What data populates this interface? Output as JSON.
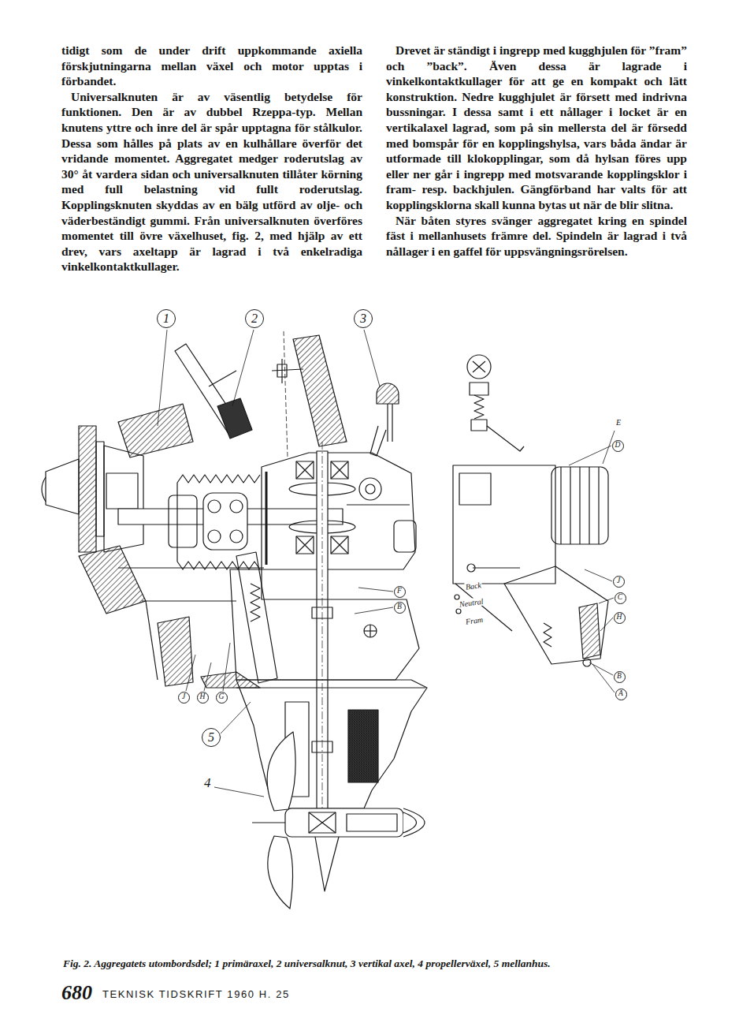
{
  "diagram": {
    "caption": "Fig. 2. Aggregatets utombordsdel; 1 primäraxel, 2 universalknut, 3 vertikal axel, 4 propellerväxel, 5 mellanhus.",
    "nodes": [
      {
        "text": [
          "1"
        ]
      },
      {
        "text": [
          "2"
        ]
      },
      {
        "text": [
          "3"
        ]
      },
      {
        "text": [
          "D"
        ]
      },
      {
        "text": [
          "J"
        ]
      },
      {
        "text": [
          "F"
        ]
      },
      {
        "text": [
          "C"
        ]
      },
      {
        "text": [
          "B"
        ]
      },
      {
        "text": [
          "H"
        ]
      },
      {
        "text": [
          "B"
        ]
      },
      {
        "text": [
          "A"
        ]
      },
      {
        "text": [
          "J"
        ]
      },
      {
        "text": [
          "H"
        ]
      },
      {
        "text": [
          "G"
        ]
      },
      {
        "text": [
          "5"
        ]
      }
    ],
    "labels": [
      "tidigt som de under drift uppkommande axiella förskjutningarna mellan växel och motor upptas i förbandet.",
      "Universalknuten är av väsentlig betydelse för funktionen. Den är av dubbel Rzeppa-typ. Mellan knutens yttre och inre del är spår upptagna för stålkulor. Dessa som hålles på plats av en kulhållare överför det vridande momentet. Aggregatet medger roderutslag av 30° åt vardera sidan och universalknuten tillåter körning med full belastning vid fullt roderutslag. Kopplingsknuten skyddas av en bälg utförd av olje- och väderbeständigt gummi. Från universalknuten överföres momentet till övre växelhuset, fig. 2, med hjälp av ett drev, vars axeltapp är lagrad i två enkelradiga vinkelkontaktkullager.",
      "Drevet är ständigt i ingrepp med kugghjulen för ”fram” och ”back”. Även dessa är lagrade i vinkelkontaktkullager för att ge en kompakt och lätt konstruktion. Nedre kugghjulet är försett med indrivna bussningar. I dessa samt i ett nållager i locket är en vertikalaxel lagrad, som på sin mellersta del är försedd med bomspår för en kopplingshylsa, vars båda ändar är utformade till klokopplingar, som då hylsan föres upp eller ner går i ingrepp med motsvarande kopplingsklor i fram- resp. backhjulen. Gängförband har valts för att kopplingsklorna skall kunna bytas ut när de blir slitna.",
      "När båten styres svänger aggregatet kring en spindel fäst i mellanhusets främre del. Spindeln är lagrad i två nållager i en gaffel för uppsvängningsrörelsen.",
      "Back",
      "Neutral",
      "Fram",
      "4",
      "E",
      "680",
      "TEKNISK TIDSKRIFT 1960 H. 25"
    ]
  }
}
